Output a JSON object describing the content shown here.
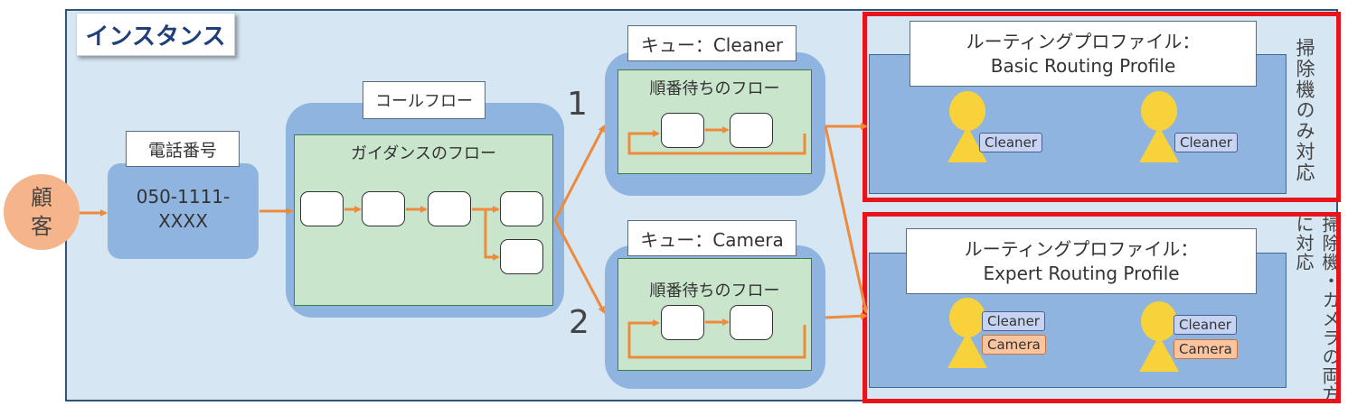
{
  "instance": {
    "title": "インスタンス"
  },
  "customer": {
    "label": "顧\n客"
  },
  "phone": {
    "title": "電話番号",
    "number": "050-1111-\nXXXX"
  },
  "contact_flow": {
    "title": "コールフロー",
    "guidance_title": "ガイダンスのフロー"
  },
  "queues": [
    {
      "title": "キュー：Cleaner",
      "flow_title": "順番待ちのフロー",
      "number": "1"
    },
    {
      "title": "キュー：Camera",
      "flow_title": "順番待ちのフロー",
      "number": "2"
    }
  ],
  "profiles": [
    {
      "title": "ルーティングプロファイル：\nBasic Routing Profile",
      "side_note": "掃除機のみ対応",
      "agents": [
        {
          "skills": [
            "Cleaner"
          ]
        },
        {
          "skills": [
            "Cleaner"
          ]
        }
      ]
    },
    {
      "title": "ルーティングプロファイル：\nExpert Routing Profile",
      "side_note": "掃除機・カメラの両方に対応",
      "agents": [
        {
          "skills": [
            "Cleaner",
            "Camera"
          ]
        },
        {
          "skills": [
            "Cleaner",
            "Camera"
          ]
        }
      ]
    }
  ],
  "colors": {
    "instance_bg": "#d6e6f2",
    "blue_box": "#8eb4df",
    "green_flow": "#c9e6cd",
    "arrow": "#ed8a3c",
    "highlight_frame": "#e8141c",
    "agent": "#f8d23a",
    "skill_cleaner": "#c6d3f2",
    "skill_camera": "#f9c49e",
    "customer": "#f5b48a"
  }
}
